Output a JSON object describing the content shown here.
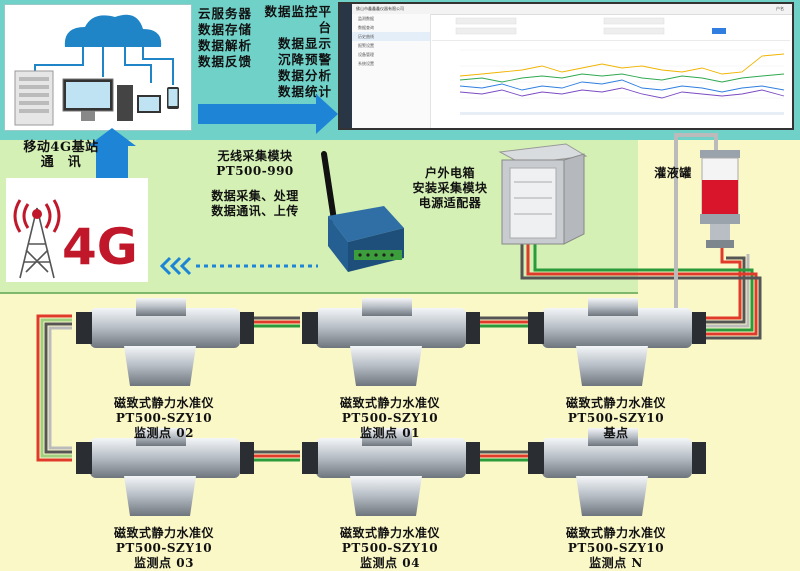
{
  "cloud_services": [
    "云服务器",
    "数据存储",
    "数据解析",
    "数据反馈"
  ],
  "platform_features": [
    "数据监控平台",
    "数据显示",
    "沉降预警",
    "数据分析",
    "数据统计"
  ],
  "dashboard": {
    "company": "佛山市鑫鑫鑫仪器有限公司",
    "menu": [
      "监测数据",
      "数据查询",
      "历史曲线",
      "报警设置",
      "设备管理",
      "系统设置"
    ],
    "user": "户名"
  },
  "base_station": {
    "line1": "移动4G基站",
    "line2": "通　讯",
    "logo_text": "4G"
  },
  "wireless_module": {
    "title": "无线采集模块",
    "model": "PT500-990",
    "desc1": "数据采集、处理",
    "desc2": "数据通讯、上传"
  },
  "outdoor_box": {
    "line1": "户外电箱",
    "line2": "安装采集模块",
    "line3": "电源适配器"
  },
  "tank": {
    "label": "灌液罐"
  },
  "sensors": [
    {
      "name": "磁致式静力水准仪",
      "model": "PT500-SZY10",
      "point": "监测点 02"
    },
    {
      "name": "磁致式静力水准仪",
      "model": "PT500-SZY10",
      "point": "监测点 01"
    },
    {
      "name": "磁致式静力水准仪",
      "model": "PT500-SZY10",
      "point": "基点"
    },
    {
      "name": "磁致式静力水准仪",
      "model": "PT500-SZY10",
      "point": "监测点 03"
    },
    {
      "name": "磁致式静力水准仪",
      "model": "PT500-SZY10",
      "point": "监测点 04"
    },
    {
      "name": "磁致式静力水准仪",
      "model": "PT500-SZY10",
      "point": "监测点 N"
    }
  ],
  "colors": {
    "top_band": "#6fd1c8",
    "mid_band": "#d4f0b4",
    "bottom_band": "#fbf8c8",
    "arrow": "#1d84d6",
    "pipe_red": "#e03a2a",
    "pipe_green": "#2a9a3a"
  }
}
